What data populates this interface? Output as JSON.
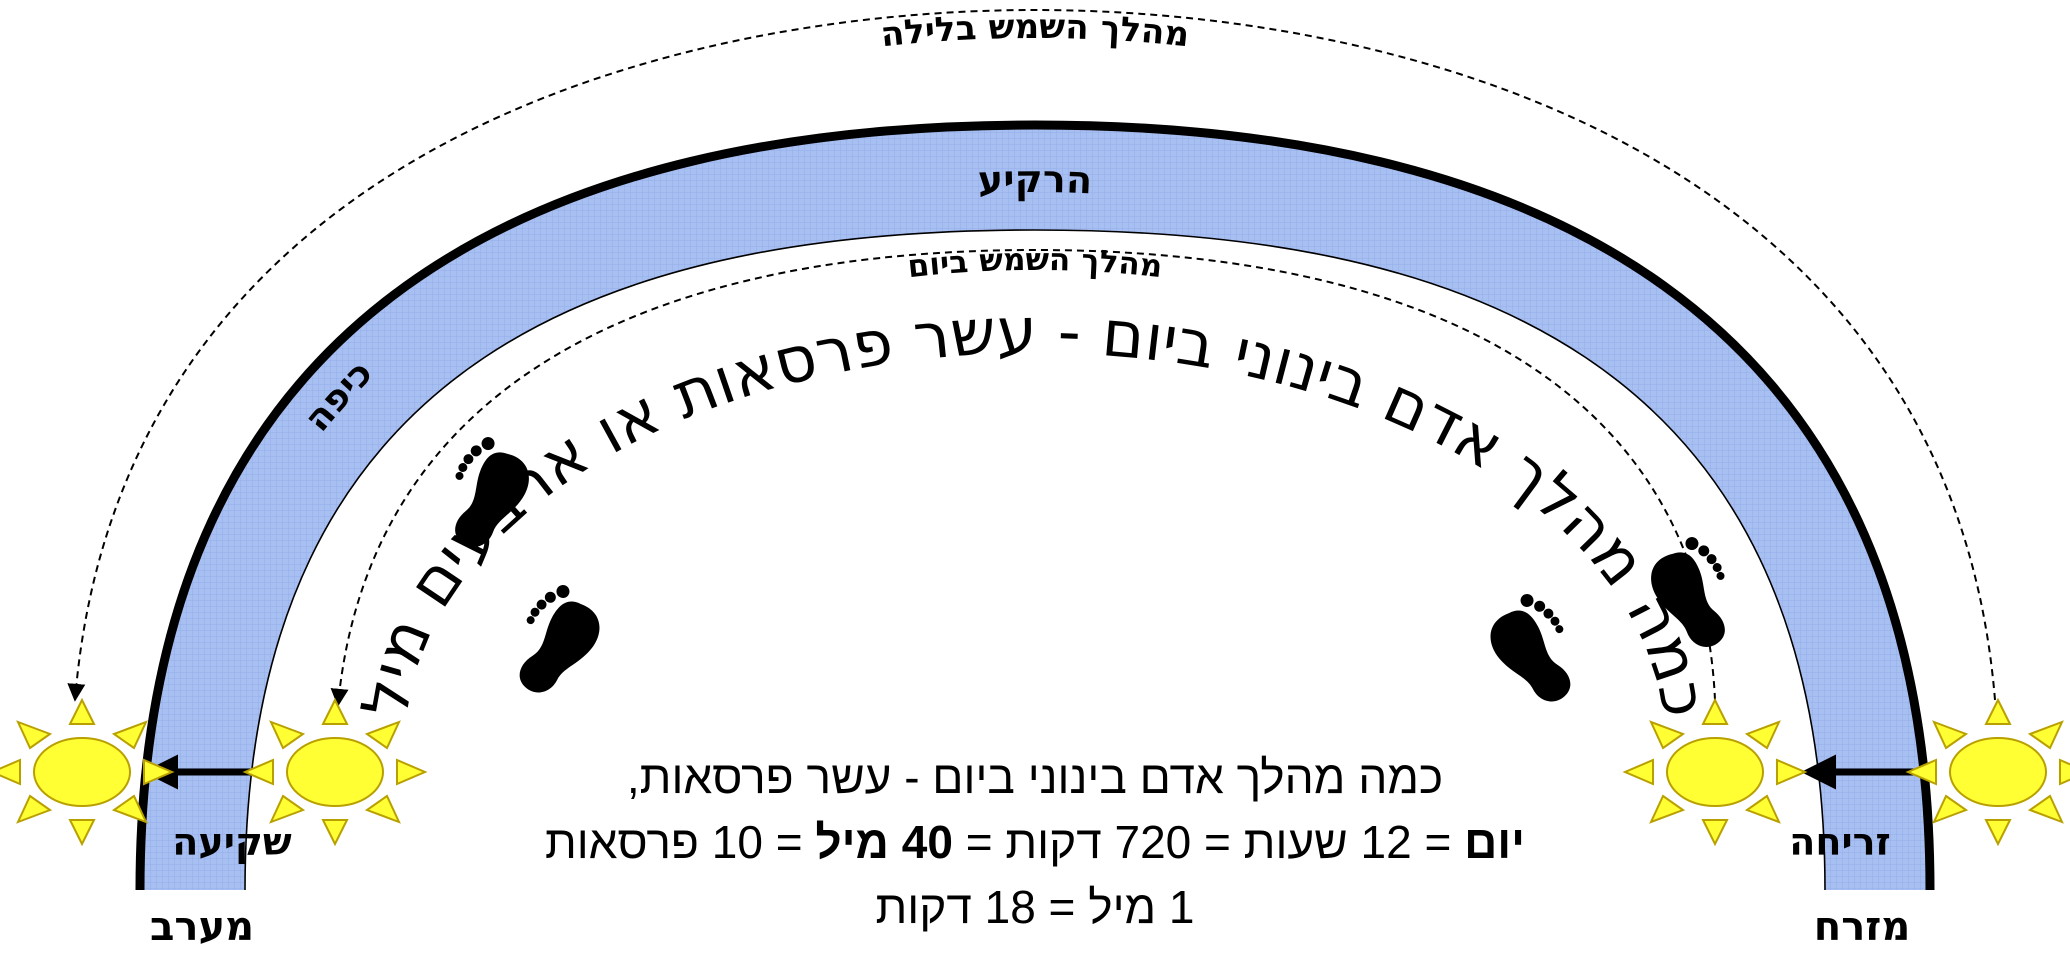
{
  "labels": {
    "night_path": "מהלך השמש בלילה",
    "firmament": "הרקיע",
    "dome": "כיפה",
    "day_path": "מהלך השמש ביום",
    "main_arc": "כמה מהלך אדם בינוני ביום - עשר פרסאות או ארבעים מיל",
    "sunset": "שקיעה",
    "sunrise": "זריחה",
    "west": "מערב",
    "east": "מזרח"
  },
  "formula": {
    "line1": "כמה מהלך אדם בינוני ביום - עשר פרסאות,",
    "line2": {
      "day_word": "יום",
      "part_a": " = 12 שעות = 720 דקות = ",
      "miles": "40 מיל",
      "part_b": " = 10 פרסאות"
    },
    "line3": "1 מיל = 18 דקות"
  },
  "colors": {
    "band_fill": "#a8bff2",
    "sun_fill": "#ffff33",
    "sun_stroke": "#b8a000",
    "ink": "#000000"
  }
}
